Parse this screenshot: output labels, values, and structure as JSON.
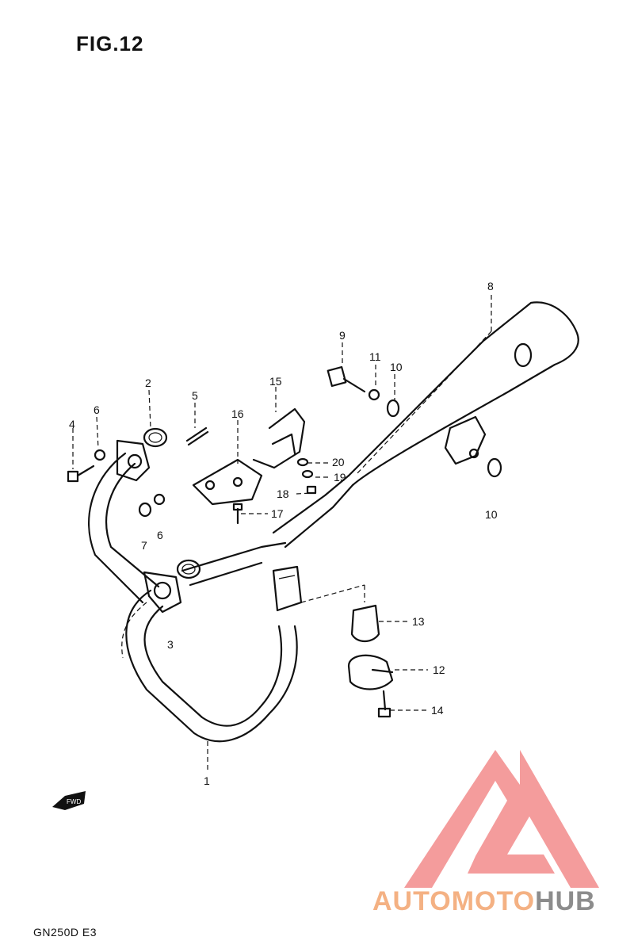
{
  "figure": {
    "title": "FIG.12",
    "model_code": "GN250D E3",
    "fwd_label": "FWD"
  },
  "watermark": {
    "brand_left": "AUTOMOTO",
    "brand_right": "HUB",
    "colors": {
      "logo": "#f28b8b",
      "text_accent": "#f4b183",
      "text_gray": "#8c8c8c"
    }
  },
  "parts": [
    {
      "id": "part-1",
      "label": "1"
    },
    {
      "id": "part-2",
      "label": "2"
    },
    {
      "id": "part-3",
      "label": "3"
    },
    {
      "id": "part-4",
      "label": "4"
    },
    {
      "id": "part-5",
      "label": "5"
    },
    {
      "id": "part-6a",
      "label": "6"
    },
    {
      "id": "part-6b",
      "label": "6"
    },
    {
      "id": "part-7",
      "label": "7"
    },
    {
      "id": "part-8",
      "label": "8"
    },
    {
      "id": "part-9",
      "label": "9"
    },
    {
      "id": "part-10a",
      "label": "10"
    },
    {
      "id": "part-10b",
      "label": "10"
    },
    {
      "id": "part-11",
      "label": "11"
    },
    {
      "id": "part-12",
      "label": "12"
    },
    {
      "id": "part-13",
      "label": "13"
    },
    {
      "id": "part-14",
      "label": "14"
    },
    {
      "id": "part-15",
      "label": "15"
    },
    {
      "id": "part-16",
      "label": "16"
    },
    {
      "id": "part-17",
      "label": "17"
    },
    {
      "id": "part-18",
      "label": "18"
    },
    {
      "id": "part-19",
      "label": "19"
    },
    {
      "id": "part-20",
      "label": "20"
    }
  ]
}
